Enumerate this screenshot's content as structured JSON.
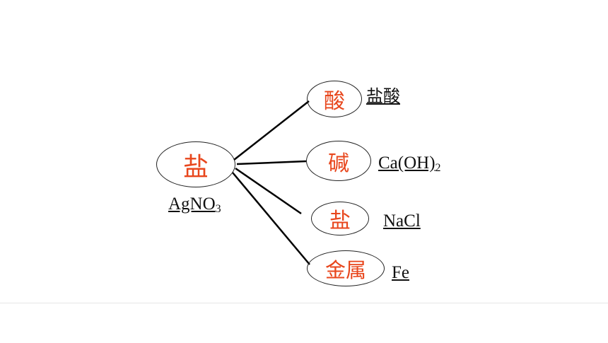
{
  "center": {
    "label": "盐",
    "example": "AgNO",
    "example_sub": "3"
  },
  "branches": [
    {
      "label": "酸",
      "example": "盐酸",
      "example_sub": ""
    },
    {
      "label": "碱",
      "example": "Ca(OH)",
      "example_sub": "2"
    },
    {
      "label": "盐",
      "example": "NaCl",
      "example_sub": ""
    },
    {
      "label": "金属",
      "example": "Fe",
      "example_sub": ""
    }
  ],
  "colors": {
    "node_text": "#e8461c",
    "label_text": "#111111",
    "line": "#000000"
  }
}
